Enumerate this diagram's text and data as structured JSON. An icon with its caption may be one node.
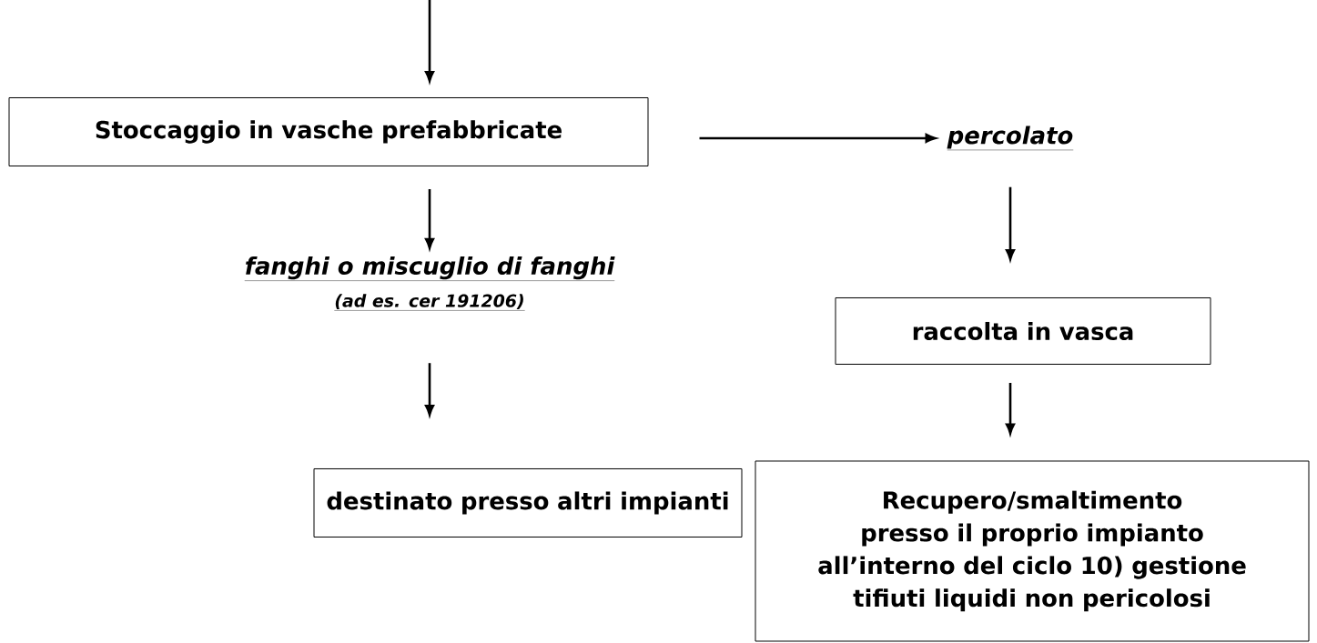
{
  "diagram": {
    "nodes": [
      {
        "text": [
          "Stoccaggio in vasche prefabbricate"
        ]
      },
      {
        "text": [
          "percolato"
        ]
      },
      {
        "text": [
          "fanghi o miscuglio di fanghi",
          "(ad es. cer 191206)"
        ]
      },
      {
        "text": [
          "destinato presso altri impianti"
        ]
      },
      {
        "text": [
          "raccolta in vasca"
        ]
      },
      {
        "text": [
          "Recupero/smaltimento presso il proprio impianto all’interno del ciclo 10) gestione tifiuti liquidi non pericolosi"
        ]
      }
    ],
    "edges": [
      {
        "from": null,
        "to": 0,
        "arrow": "to"
      },
      {
        "from": 0,
        "to": 1,
        "arrow": "to"
      },
      {
        "from": 0,
        "to": 2,
        "arrow": "to"
      },
      {
        "from": 2,
        "to": 3,
        "arrow": "to"
      },
      {
        "from": 1,
        "to": 4,
        "arrow": "to"
      },
      {
        "from": 4,
        "to": 5,
        "arrow": "to"
      }
    ]
  }
}
